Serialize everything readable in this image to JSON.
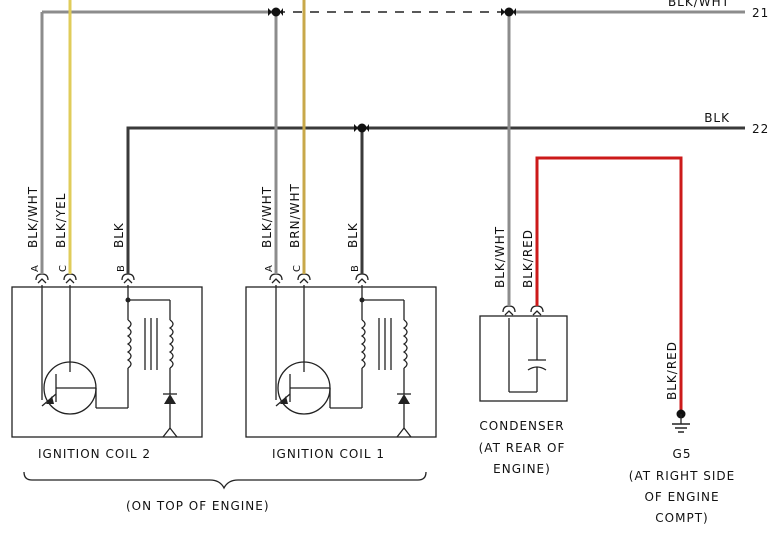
{
  "colors": {
    "blk_wht": "#8c8c8c",
    "yellow": "#e0cc5a",
    "brn_wht": "#c8a84a",
    "black": "#3a3a3a",
    "red": "#cc1a1a",
    "ink": "#222222"
  },
  "circuits": {
    "c21": {
      "color_label": "BLK/WHT",
      "number": "21"
    },
    "c22": {
      "color_label": "BLK",
      "number": "22"
    }
  },
  "coil2": {
    "name": "IGNITION COIL 2",
    "pins": [
      {
        "pin": "A",
        "wire": "BLK/WHT"
      },
      {
        "pin": "C",
        "wire": "BLK/YEL"
      },
      {
        "pin": "B",
        "wire": "BLK"
      }
    ]
  },
  "coil1": {
    "name": "IGNITION COIL 1",
    "pins": [
      {
        "pin": "A",
        "wire": "BLK/WHT"
      },
      {
        "pin": "C",
        "wire": "BRN/WHT"
      },
      {
        "pin": "B",
        "wire": "BLK"
      }
    ]
  },
  "coils_location": "(ON TOP OF ENGINE)",
  "condenser": {
    "name": "CONDENSER",
    "location_1": "(AT REAR OF",
    "location_2": "ENGINE)",
    "wires": [
      "BLK/WHT",
      "BLK/RED"
    ]
  },
  "ground": {
    "wire": "BLK/RED",
    "name": "G5",
    "location_1": "(AT RIGHT SIDE",
    "location_2": "OF ENGINE",
    "location_3": "COMPT)"
  }
}
